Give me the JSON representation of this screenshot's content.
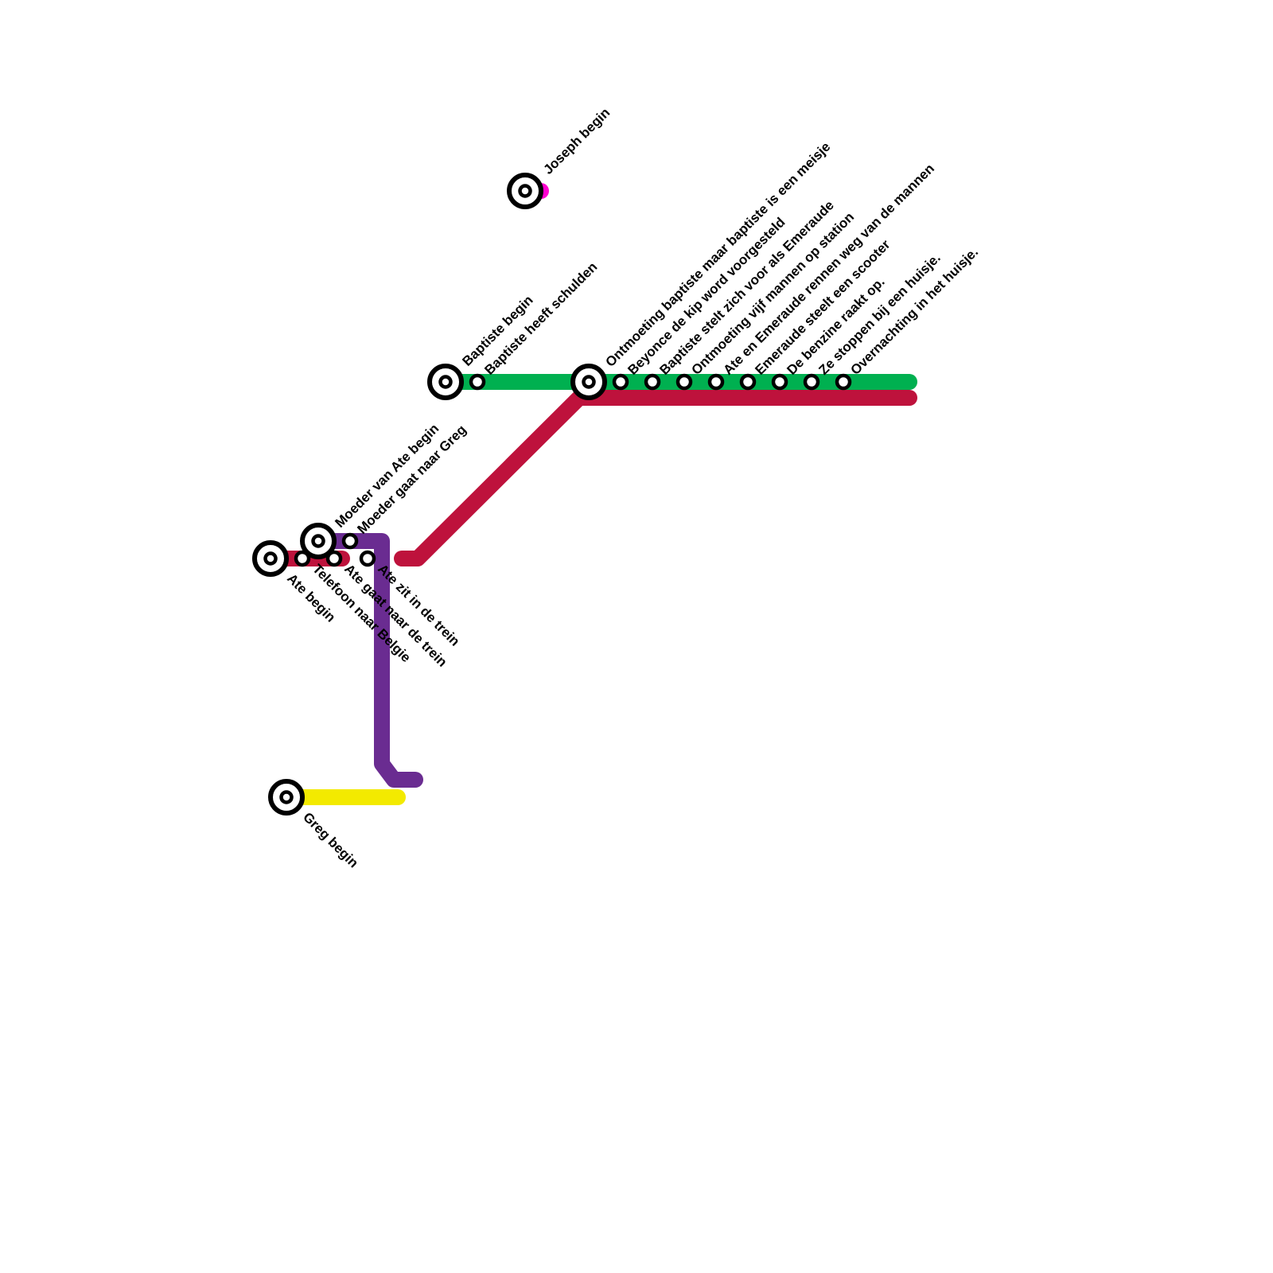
{
  "lines": [
    {
      "name": "",
      "color": "#00b050"
    },
    {
      "name": "",
      "color": "#be123c"
    },
    {
      "name": "",
      "color": "#6a2c91"
    },
    {
      "name": "",
      "color": "#f3ea00"
    },
    {
      "name": "",
      "color": "#ff00d0"
    }
  ],
  "stations": {
    "joseph_begin": "Joseph begin",
    "baptiste_begin": "Baptiste begin",
    "baptiste_schulden": "Baptiste heeft schulden",
    "ontmoeting_meisje": "Ontmoeting baptiste maar baptiste is een meisje",
    "beyonce_kip": "Beyonce de kip word voorgesteld",
    "baptiste_emeraude": "Baptiste stelt zich voor als Emeraude",
    "ontmoeting_vijf": "Ontmoeting vijf mannen op station",
    "rennen_weg": "Ate en Emeraude rennen weg van de mannen",
    "scooter": "Emeraude steelt een scooter",
    "benzine": "De benzine raakt op.",
    "huisje_stop": "Ze stoppen bij een huisje.",
    "overnachting": "Overnachting in het huisje.",
    "moeder_begin": "Moeder van Ate begin",
    "moeder_greg": "Moeder gaat naar Greg",
    "ate_begin": "Ate begin",
    "telefoon": "Telefoon naar Belgie",
    "ate_gaat": "Ate gaat naar de trein",
    "ate_zit": "Ate zit in de trein",
    "greg_begin": "Greg begin"
  }
}
